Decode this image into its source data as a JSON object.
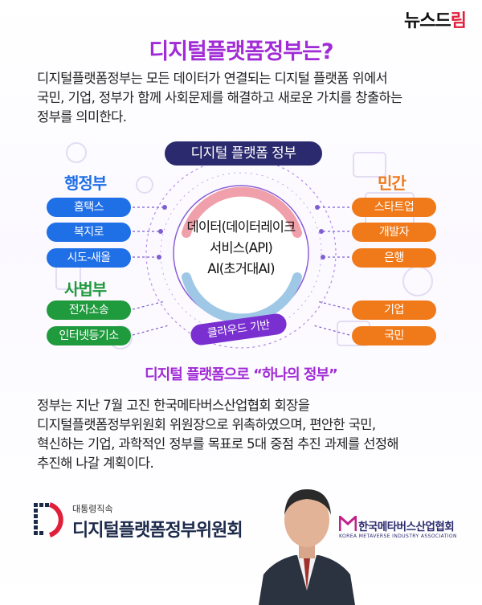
{
  "brand": {
    "part1": "뉴스드",
    "part2": "림"
  },
  "title": "디지털플랫폼정부는?",
  "intro_lines": [
    "디지털플랫폼정부는 모든 데이터가 연결되는 디지털 플랫폼 위에서",
    "국민, 기업, 정부가 함께 사회문제를 해결하고 새로운 가치를 창출하는",
    "정부를 의미한다."
  ],
  "diagram": {
    "banner": "디지털 플랫폼 정부",
    "admin": {
      "title": "행정부",
      "items": [
        "홈택스",
        "복지로",
        "시도-새올"
      ]
    },
    "judiciary": {
      "title": "사법부",
      "items": [
        "전자소송",
        "인터넷등기소"
      ]
    },
    "private": {
      "title": "민간",
      "items": [
        "스타트업",
        "개발자",
        "은행"
      ]
    },
    "people": {
      "items": [
        "기업",
        "국민"
      ]
    },
    "core_lines": [
      "데이터(데이터레이크",
      "서비스(API)",
      "AI(초거대AI)"
    ],
    "cloud": "클라우드 기반"
  },
  "slogan": "디지털 플랫폼으로 “하나의 정부”",
  "body_lines": [
    "정부는 지난 7월 고진 한국메타버스산업협회 회장을",
    "디지털플랫폼정부위원회 위원장으로 위촉하였으며, 편안한 국민,",
    "혁신하는 기업, 과학적인 정부를 목표로 5대 중점 추진 과제를 선정해",
    "추진해 나갈 계획이다."
  ],
  "logo_committee": {
    "sub": "대통령직속",
    "main": "디지털플랫폼정부위원회"
  },
  "logo_association": {
    "main": "한국메타버스산업협회",
    "en": "KOREA METAVERSE INDUSTRY ASSOCIATION"
  },
  "colors": {
    "title": "#a12bd6",
    "banner": "#2b2a6e",
    "admin": "#1f6fe6",
    "judiciary": "#1f9a3d",
    "private": "#f07a1a",
    "cloud": "#7a2fd0"
  }
}
